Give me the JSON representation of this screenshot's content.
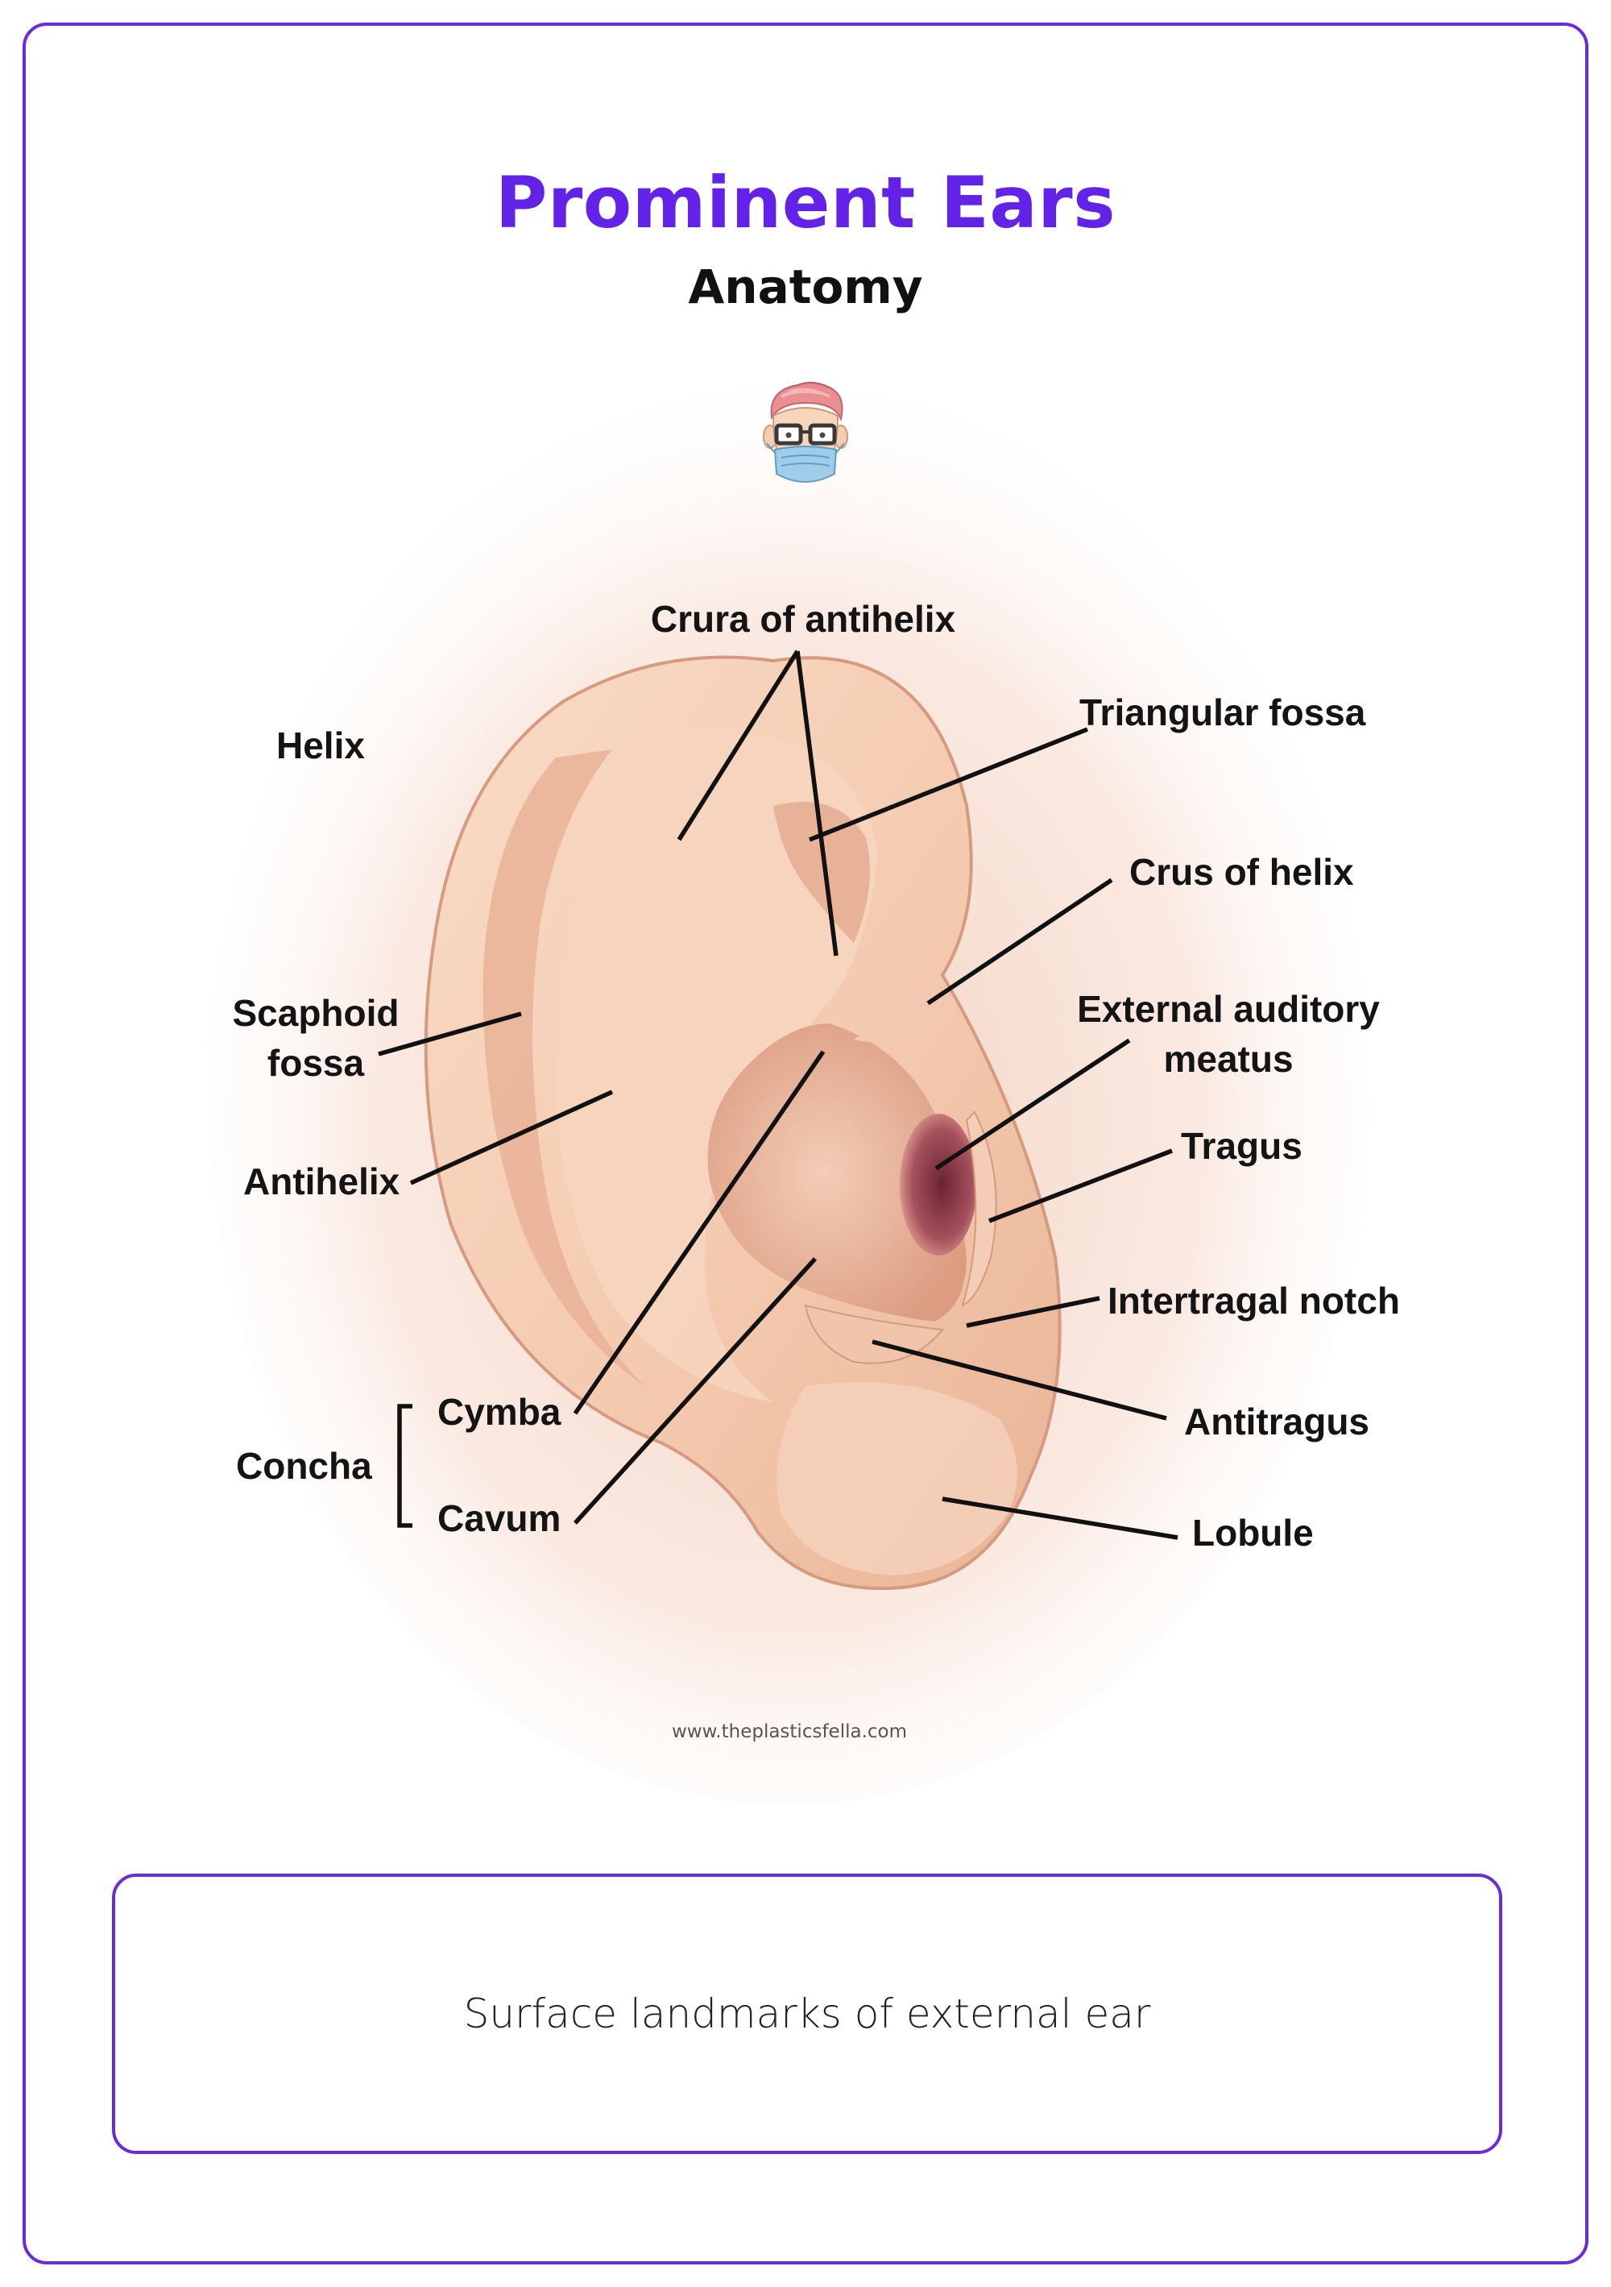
{
  "header": {
    "title": "Prominent Ears",
    "subtitle": "Anatomy"
  },
  "colors": {
    "accent": "#6222e8",
    "border": "#6c2bd9",
    "skin": "#f2c4a6",
    "skin_shadow": "#d9947a",
    "canal": "#8e3a4a"
  },
  "logo": {
    "icon": "surgeon-avatar-with-glasses-and-mask-icon"
  },
  "diagram": {
    "labels": {
      "crura_of_antihelix": "Crura of antihelix",
      "triangular_fossa": "Triangular fossa",
      "helix": "Helix",
      "crus_of_helix": "Crus of helix",
      "scaphoid_fossa_1": "Scaphoid",
      "scaphoid_fossa_2": "fossa",
      "external_auditory_meatus_1": "External auditory",
      "external_auditory_meatus_2": "meatus",
      "antihelix": "Antihelix",
      "tragus": "Tragus",
      "intertragal_notch": "Intertragal notch",
      "concha": "Concha",
      "cymba": "Cymba",
      "cavum": "Cavum",
      "antitragus": "Antitragus",
      "lobule": "Lobule"
    }
  },
  "footer": {
    "website": "www.theplasticsfella.com",
    "caption": "Surface landmarks of external ear"
  }
}
